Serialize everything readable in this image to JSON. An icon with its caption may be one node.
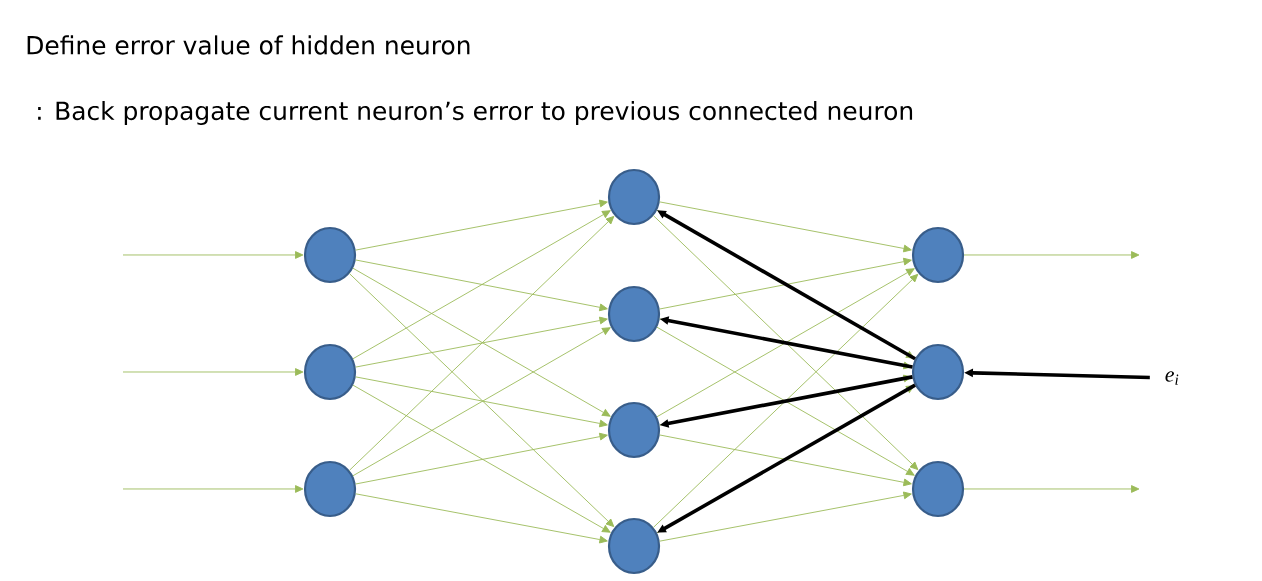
{
  "diagram": {
    "title": "Define error value of hidden neuron",
    "nodes": [
      {
        "text": [],
        "shape": "circle"
      },
      {
        "text": [],
        "shape": "circle"
      },
      {
        "text": [],
        "shape": "circle"
      },
      {
        "text": [],
        "shape": "circle"
      },
      {
        "text": [],
        "shape": "circle"
      },
      {
        "text": [],
        "shape": "circle"
      },
      {
        "text": [],
        "shape": "circle"
      },
      {
        "text": [],
        "shape": "circle"
      },
      {
        "text": [],
        "shape": "circle"
      },
      {
        "text": [],
        "shape": "circle"
      },
      {
        "text": [
          "e$_{i}$"
        ]
      }
    ],
    "edges": [
      {
        "from": null,
        "to": 0,
        "arrow": "to"
      },
      {
        "from": null,
        "to": 1,
        "arrow": "to"
      },
      {
        "from": null,
        "to": 2,
        "arrow": "to"
      },
      {
        "from": 0,
        "to": 3,
        "arrow": "to"
      },
      {
        "from": 0,
        "to": 4,
        "arrow": "to"
      },
      {
        "from": 0,
        "to": 5,
        "arrow": "to"
      },
      {
        "from": 0,
        "to": 6,
        "arrow": "to"
      },
      {
        "from": 1,
        "to": 3,
        "arrow": "to"
      },
      {
        "from": 1,
        "to": 4,
        "arrow": "to"
      },
      {
        "from": 1,
        "to": 5,
        "arrow": "to"
      },
      {
        "from": 1,
        "to": 6,
        "arrow": "to"
      },
      {
        "from": 2,
        "to": 3,
        "arrow": "to"
      },
      {
        "from": 2,
        "to": 4,
        "arrow": "to"
      },
      {
        "from": 2,
        "to": 5,
        "arrow": "to"
      },
      {
        "from": 2,
        "to": 6,
        "arrow": "to"
      },
      {
        "from": 3,
        "to": 7,
        "arrow": "to"
      },
      {
        "from": 3,
        "to": 8,
        "arrow": "to"
      },
      {
        "from": 3,
        "to": 9,
        "arrow": "to"
      },
      {
        "from": 4,
        "to": 7,
        "arrow": "to"
      },
      {
        "from": 4,
        "to": 8,
        "arrow": "to"
      },
      {
        "from": 4,
        "to": 9,
        "arrow": "to"
      },
      {
        "from": 5,
        "to": 7,
        "arrow": "to"
      },
      {
        "from": 5,
        "to": 8,
        "arrow": "to"
      },
      {
        "from": 5,
        "to": 9,
        "arrow": "to"
      },
      {
        "from": 6,
        "to": 7,
        "arrow": "to"
      },
      {
        "from": 6,
        "to": 8,
        "arrow": "to"
      },
      {
        "from": 6,
        "to": 9,
        "arrow": "to"
      },
      {
        "from": 7,
        "to": null,
        "arrow": "to"
      },
      {
        "from": 9,
        "to": null,
        "arrow": "to"
      },
      {
        "from": 10,
        "to": 8,
        "arrow": "to",
        "style": "thick",
        "color": "#000000"
      },
      {
        "from": 8,
        "to": 3,
        "arrow": "to",
        "style": "thick",
        "color": "#000000"
      },
      {
        "from": 8,
        "to": 4,
        "arrow": "to",
        "style": "thick",
        "color": "#000000"
      },
      {
        "from": 8,
        "to": 5,
        "arrow": "to",
        "style": "thick",
        "color": "#000000"
      },
      {
        "from": 8,
        "to": 6,
        "arrow": "to",
        "style": "thick",
        "color": "#000000"
      }
    ],
    "labels": [
      ": Back propagate current neuron’s error to previous connected neuron"
    ]
  }
}
